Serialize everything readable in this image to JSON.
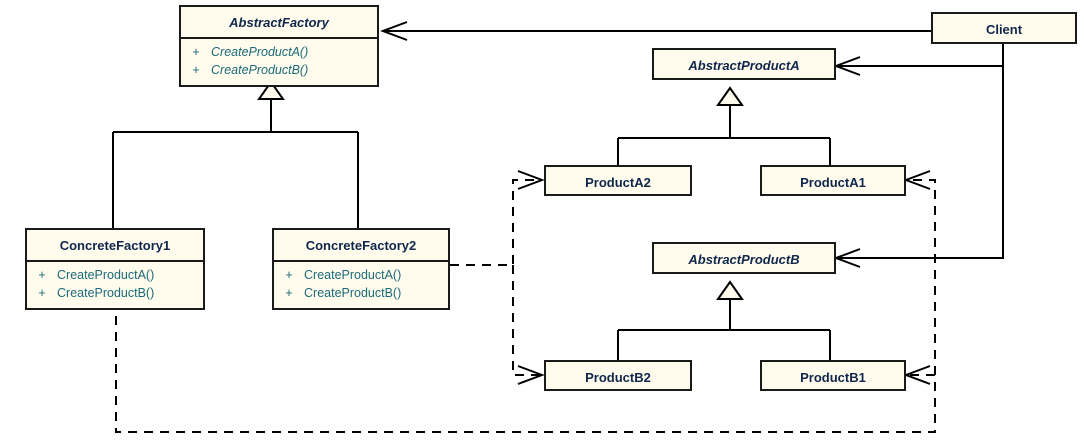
{
  "diagram": {
    "title": "Abstract Factory pattern class diagram",
    "type": "uml-class-diagram",
    "colors": {
      "node_fill": "#fffcee",
      "node_border": "#1a1a1a",
      "title_text": "#10264b",
      "member_text": "#1c6a78",
      "connector": "#000000",
      "background": "#ffffff"
    },
    "nodes": [
      {
        "id": "abstract-factory",
        "name": "AbstractFactory",
        "abstract": true,
        "members": [
          {
            "visibility": "+",
            "name": "CreateProductA()"
          },
          {
            "visibility": "+",
            "name": "CreateProductB()"
          }
        ]
      },
      {
        "id": "client",
        "name": "Client",
        "abstract": false,
        "members": []
      },
      {
        "id": "concrete-factory-1",
        "name": "ConcreteFactory1",
        "abstract": false,
        "members": [
          {
            "visibility": "+",
            "name": "CreateProductA()"
          },
          {
            "visibility": "+",
            "name": "CreateProductB()"
          }
        ]
      },
      {
        "id": "concrete-factory-2",
        "name": "ConcreteFactory2",
        "abstract": false,
        "members": [
          {
            "visibility": "+",
            "name": "CreateProductA()"
          },
          {
            "visibility": "+",
            "name": "CreateProductB()"
          }
        ]
      },
      {
        "id": "abstract-product-a",
        "name": "AbstractProductA",
        "abstract": true,
        "members": []
      },
      {
        "id": "abstract-product-b",
        "name": "AbstractProductB",
        "abstract": true,
        "members": []
      },
      {
        "id": "product-a2",
        "name": "ProductA2",
        "abstract": false,
        "members": []
      },
      {
        "id": "product-a1",
        "name": "ProductA1",
        "abstract": false,
        "members": []
      },
      {
        "id": "product-b2",
        "name": "ProductB2",
        "abstract": false,
        "members": []
      },
      {
        "id": "product-b1",
        "name": "ProductB1",
        "abstract": false,
        "members": []
      }
    ],
    "relationships": [
      {
        "kind": "association",
        "from": "client",
        "to": "abstract-factory"
      },
      {
        "kind": "association",
        "from": "client",
        "to": "abstract-product-a"
      },
      {
        "kind": "association",
        "from": "client",
        "to": "abstract-product-b"
      },
      {
        "kind": "generalization",
        "from": "concrete-factory-1",
        "to": "abstract-factory"
      },
      {
        "kind": "generalization",
        "from": "concrete-factory-2",
        "to": "abstract-factory"
      },
      {
        "kind": "generalization",
        "from": "product-a2",
        "to": "abstract-product-a"
      },
      {
        "kind": "generalization",
        "from": "product-a1",
        "to": "abstract-product-a"
      },
      {
        "kind": "generalization",
        "from": "product-b2",
        "to": "abstract-product-b"
      },
      {
        "kind": "generalization",
        "from": "product-b1",
        "to": "abstract-product-b"
      },
      {
        "kind": "dependency",
        "from": "concrete-factory-2",
        "to": "product-a2"
      },
      {
        "kind": "dependency",
        "from": "concrete-factory-2",
        "to": "product-b2"
      },
      {
        "kind": "dependency",
        "from": "concrete-factory-1",
        "to": "product-a1"
      },
      {
        "kind": "dependency",
        "from": "concrete-factory-1",
        "to": "product-b1"
      }
    ]
  }
}
